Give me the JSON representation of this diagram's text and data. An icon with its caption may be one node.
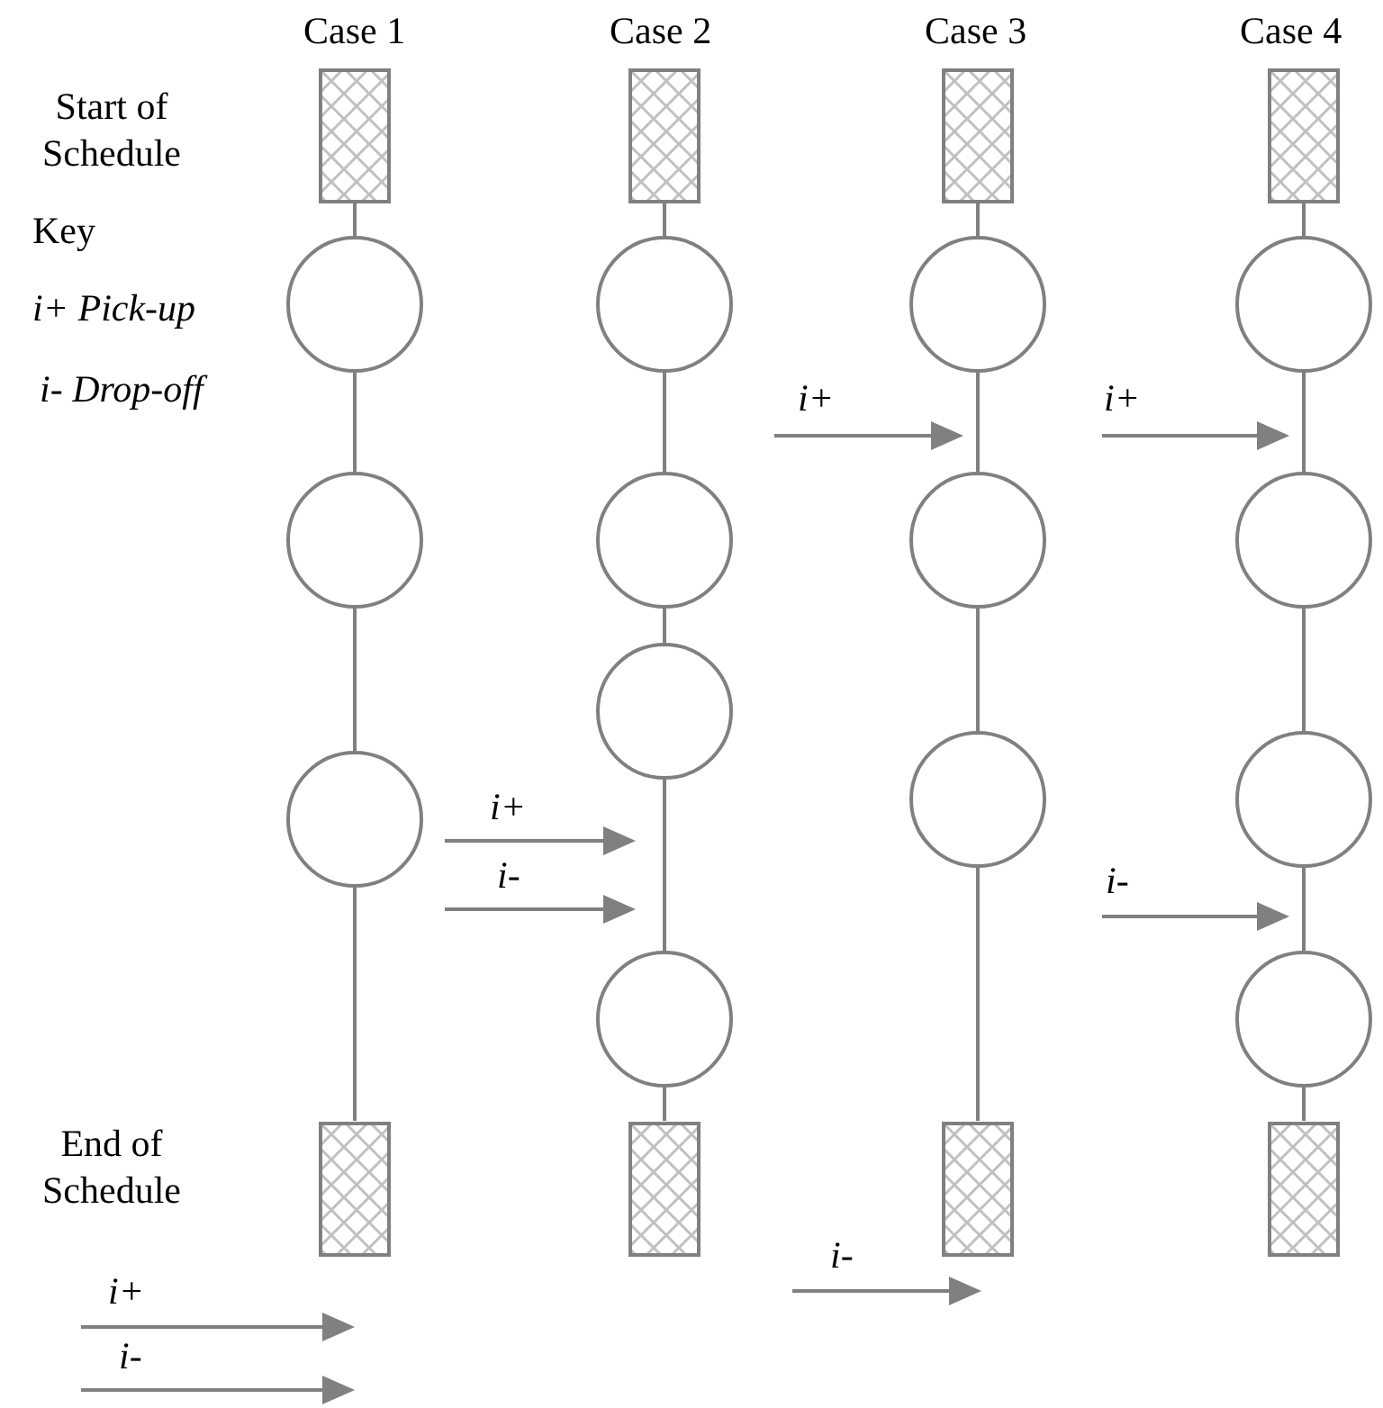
{
  "diagram": {
    "nodes": [
      {
        "text": [],
        "shape": "box",
        "beside": [
          "Start of Schedule"
        ]
      },
      {
        "text": [],
        "shape": "circle"
      },
      {
        "text": [],
        "shape": "circle"
      },
      {
        "text": [],
        "shape": "circle"
      },
      {
        "text": [],
        "shape": "box",
        "beside": [
          "End of Schedule"
        ]
      },
      {
        "text": [],
        "shape": "box"
      },
      {
        "text": [],
        "shape": "circle"
      },
      {
        "text": [],
        "shape": "circle"
      },
      {
        "text": [],
        "shape": "circle"
      },
      {
        "text": [],
        "shape": "circle"
      },
      {
        "text": [],
        "shape": "box"
      },
      {
        "text": [],
        "shape": "box"
      },
      {
        "text": [],
        "shape": "circle"
      },
      {
        "text": [],
        "shape": "circle"
      },
      {
        "text": [],
        "shape": "circle"
      },
      {
        "text": [],
        "shape": "box"
      },
      {
        "text": [],
        "shape": "box"
      },
      {
        "text": [],
        "shape": "circle"
      },
      {
        "text": [],
        "shape": "circle"
      },
      {
        "text": [],
        "shape": "circle"
      },
      {
        "text": [],
        "shape": "circle"
      },
      {
        "text": [],
        "shape": "box"
      }
    ],
    "edges": [
      {
        "from": 0,
        "to": 1,
        "arrow": "none"
      },
      {
        "from": 1,
        "to": 2,
        "arrow": "none"
      },
      {
        "from": 2,
        "to": 3,
        "arrow": "none"
      },
      {
        "from": 3,
        "to": 4,
        "arrow": "none"
      },
      {
        "from": 5,
        "to": 6,
        "arrow": "none"
      },
      {
        "from": 6,
        "to": 7,
        "arrow": "none"
      },
      {
        "from": 7,
        "to": 8,
        "arrow": "none"
      },
      {
        "from": 8,
        "to": 9,
        "arrow": "none"
      },
      {
        "from": 9,
        "to": 10,
        "arrow": "none"
      },
      {
        "from": 11,
        "to": 12,
        "arrow": "none"
      },
      {
        "from": 12,
        "to": 13,
        "arrow": "none"
      },
      {
        "from": 13,
        "to": 14,
        "arrow": "none"
      },
      {
        "from": 14,
        "to": 15,
        "arrow": "none"
      },
      {
        "from": 16,
        "to": 17,
        "arrow": "none"
      },
      {
        "from": 17,
        "to": 18,
        "arrow": "none"
      },
      {
        "from": 18,
        "to": 19,
        "arrow": "none"
      },
      {
        "from": 19,
        "to": 20,
        "arrow": "none"
      },
      {
        "from": 20,
        "to": 21,
        "arrow": "none"
      }
    ],
    "labels": [
      "Case 1",
      "Case 2",
      "Case 3",
      "Case 4",
      "Key",
      "i+ Pick-up",
      "i- Drop-off",
      "i+",
      "i+",
      "i+",
      "i-",
      "i-",
      "i-",
      "i+",
      "i-"
    ]
  }
}
